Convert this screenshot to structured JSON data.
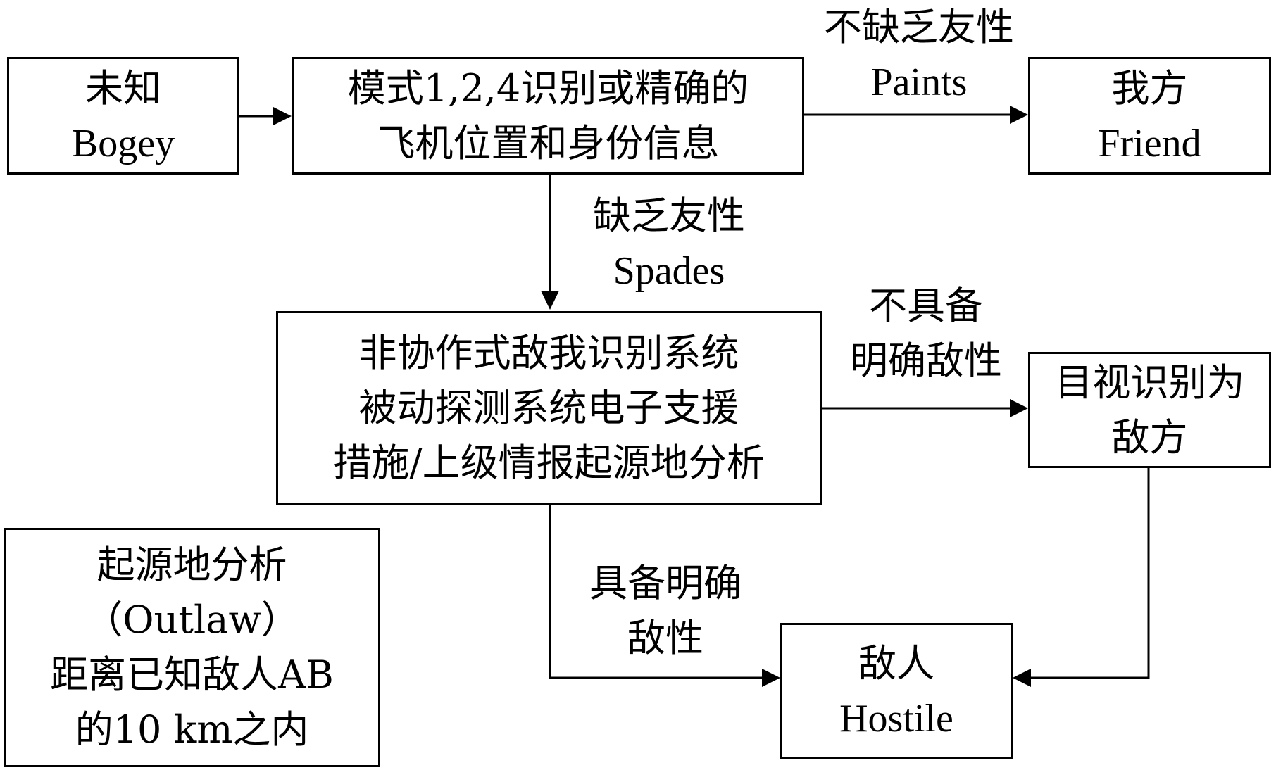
{
  "nodes": {
    "unknown": {
      "zh": "未知",
      "en": "Bogey"
    },
    "mode_id": {
      "line1": "模式1,2,4识别或精确的",
      "line2": "飞机位置和身份信息"
    },
    "friend": {
      "zh": "我方",
      "en": "Friend"
    },
    "noncoop": {
      "line1": "非协作式敌我识别系统",
      "line2": "被动探测系统电子支援",
      "line3": "措施/上级情报起源地分析"
    },
    "visual": {
      "line1": "目视识别为",
      "line2": "敌方"
    },
    "hostile": {
      "zh": "敌人",
      "en": "Hostile"
    },
    "outlaw": {
      "line1": "起源地分析",
      "line2": "（Outlaw）",
      "line3": "距离已知敌人AB",
      "line4": "的10 km之内"
    }
  },
  "edge_labels": {
    "paints": {
      "zh": "不缺乏友性",
      "en": "Paints"
    },
    "spades": {
      "zh": "缺乏友性",
      "en": "Spades"
    },
    "no_hostile": {
      "line1": "不具备",
      "line2": "明确敌性"
    },
    "has_hostile": {
      "line1": "具备明确",
      "line2": "敌性"
    }
  },
  "colors": {
    "stroke": "#000000",
    "background": "#ffffff"
  }
}
